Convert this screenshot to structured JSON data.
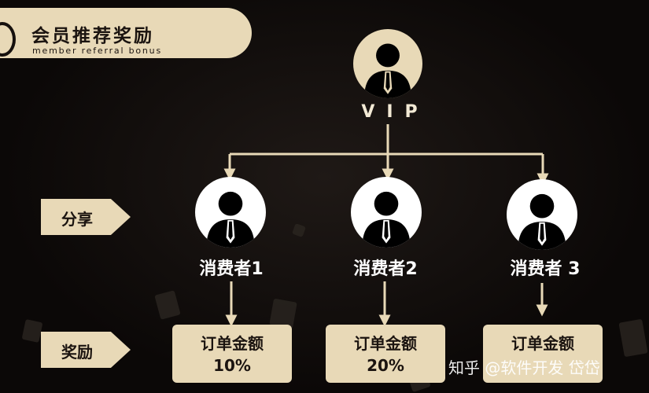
{
  "header": {
    "title_cn": "会员推荐奖励",
    "title_en": "member referral bonus"
  },
  "vip": {
    "label": "VIP"
  },
  "side_tags": {
    "share": "分享",
    "reward": "奖励"
  },
  "consumers": [
    {
      "label": "消费者1",
      "reward_title": "订单金额",
      "reward_value": "10%"
    },
    {
      "label": "消费者2",
      "reward_title": "订单金额",
      "reward_value": "20%"
    },
    {
      "label": "消费者 3",
      "reward_title": "订单金额",
      "reward_value": ""
    }
  ],
  "watermark": "知乎 @软件开发 岱岱",
  "colors": {
    "accent": "#e8d9b7",
    "background": "#0b0807",
    "text_light": "#ffffff"
  }
}
